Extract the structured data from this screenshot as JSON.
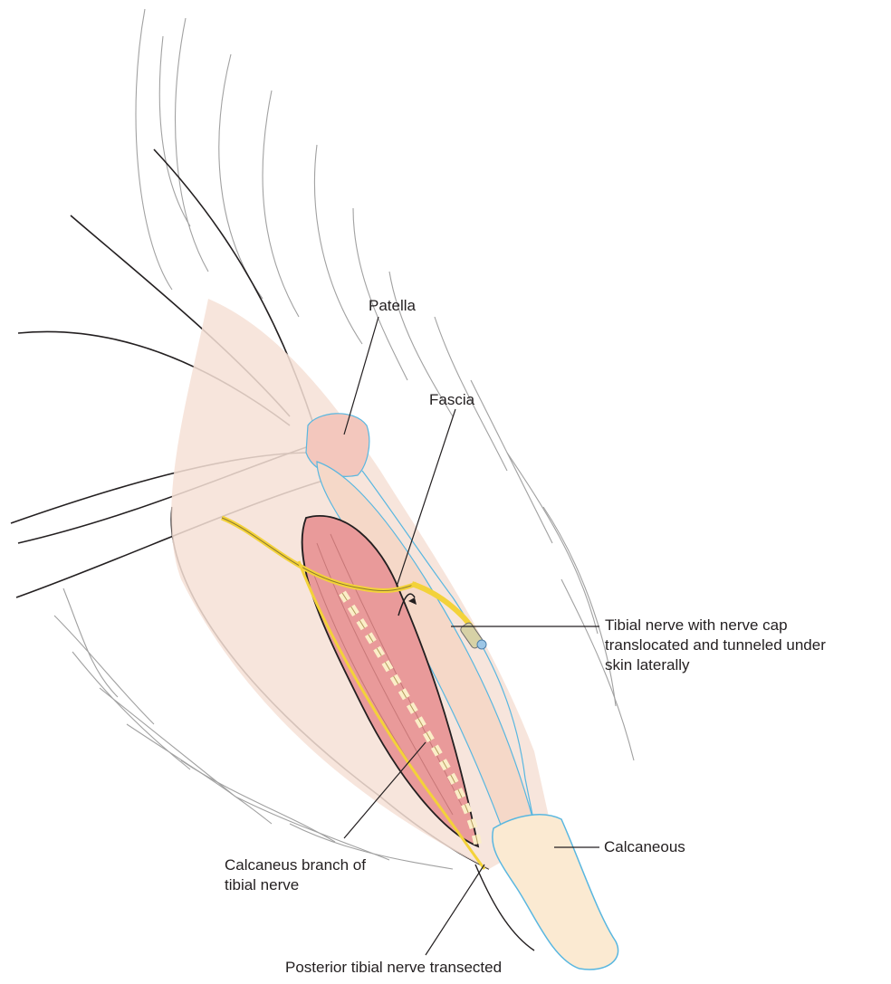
{
  "labels": {
    "patella": "Patella",
    "fascia": "Fascia",
    "tibial_nerve": [
      "Tibial nerve with nerve cap",
      "translocated and tunneled under",
      "skin laterally"
    ],
    "calcaneous": "Calcaneous",
    "calcaneus_branch": [
      "Calcaneus branch of",
      "tibial nerve"
    ],
    "posterior_tibial": "Posterior tibial nerve transected"
  },
  "colors": {
    "outline": "#231f20",
    "skin": "#f6e0d6",
    "muscle": "#e99a9a",
    "nerve": "#f3d23a",
    "fascia_outline": "#59b7e0",
    "bone": "#fbead2"
  }
}
